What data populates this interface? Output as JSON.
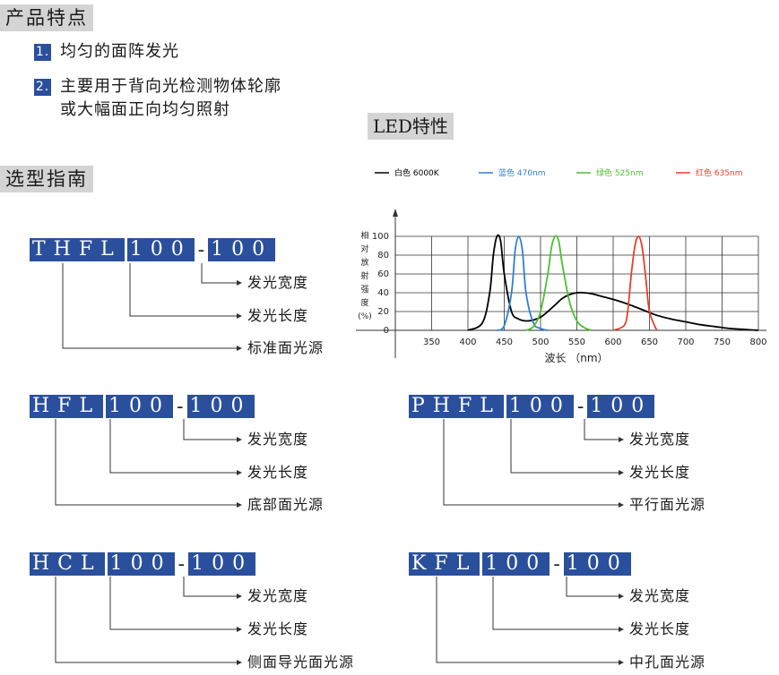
{
  "features": {
    "title": "产品特点",
    "items": [
      {
        "num": "1.",
        "lines": [
          "均匀的面阵发光"
        ]
      },
      {
        "num": "2.",
        "lines": [
          "主要用于背向光检测物体轮廓",
          "或大幅面正向均匀照射"
        ]
      }
    ]
  },
  "selection": {
    "title": "选型指南",
    "models": [
      {
        "prefix": "THFL",
        "a": "100",
        "b": "100",
        "labels": [
          "发光宽度",
          "发光长度",
          "标准面光源"
        ]
      },
      {
        "prefix": "HFL",
        "a": "100",
        "b": "100",
        "labels": [
          "发光宽度",
          "发光长度",
          "底部面光源"
        ]
      },
      {
        "prefix": "PHFL",
        "a": "100",
        "b": "100",
        "labels": [
          "发光宽度",
          "发光长度",
          "平行面光源"
        ]
      },
      {
        "prefix": "HCL",
        "a": "100",
        "b": "100",
        "labels": [
          "发光宽度",
          "发光长度",
          "侧面导光面光源"
        ]
      },
      {
        "prefix": "KFL",
        "a": "100",
        "b": "100",
        "labels": [
          "发光宽度",
          "发光长度",
          "中孔面光源"
        ]
      }
    ],
    "dash": "-"
  },
  "led": {
    "title": "LED特性",
    "colors": {
      "white": "#000000",
      "blue": "#2f7fd0",
      "green": "#4cbf2f",
      "red": "#e4402a"
    }
  },
  "chart_data": {
    "type": "line",
    "ylabel": "相对放射强度(%)",
    "xlabel": "波长 （nm）",
    "xlim": [
      300,
      800
    ],
    "ylim": [
      0,
      100
    ],
    "xticks": [
      350,
      400,
      450,
      500,
      550,
      600,
      650,
      700,
      750,
      800
    ],
    "yticks": [
      0,
      20,
      40,
      60,
      80,
      100
    ],
    "legend_position": "top",
    "series": [
      {
        "name": "白色 6000K",
        "color": "#000000",
        "x": [
          400,
          420,
          430,
          435,
          440,
          445,
          450,
          460,
          470,
          480,
          490,
          500,
          510,
          520,
          530,
          540,
          550,
          560,
          570,
          580,
          590,
          600,
          620,
          640,
          660,
          680,
          700,
          720,
          740,
          760,
          780,
          800
        ],
        "y": [
          0,
          8,
          40,
          80,
          100,
          95,
          60,
          20,
          12,
          10,
          11,
          14,
          20,
          27,
          34,
          38,
          40,
          40,
          39,
          37,
          35,
          33,
          28,
          22,
          16,
          12,
          9,
          6,
          4,
          2,
          1,
          0
        ]
      },
      {
        "name": "蓝色 470nm",
        "color": "#2f7fd0",
        "x": [
          440,
          450,
          460,
          465,
          470,
          475,
          480,
          490,
          500,
          510
        ],
        "y": [
          0,
          5,
          40,
          85,
          100,
          85,
          40,
          8,
          2,
          0
        ]
      },
      {
        "name": "绿色 525nm",
        "color": "#4cbf2f",
        "x": [
          480,
          490,
          500,
          510,
          515,
          520,
          525,
          530,
          540,
          550,
          560,
          570
        ],
        "y": [
          0,
          4,
          20,
          60,
          88,
          100,
          95,
          70,
          30,
          10,
          3,
          0
        ]
      },
      {
        "name": "红色 635nm",
        "color": "#e4402a",
        "x": [
          600,
          615,
          620,
          625,
          630,
          635,
          640,
          645,
          650,
          660
        ],
        "y": [
          0,
          5,
          20,
          60,
          90,
          100,
          88,
          55,
          20,
          0
        ]
      }
    ]
  }
}
